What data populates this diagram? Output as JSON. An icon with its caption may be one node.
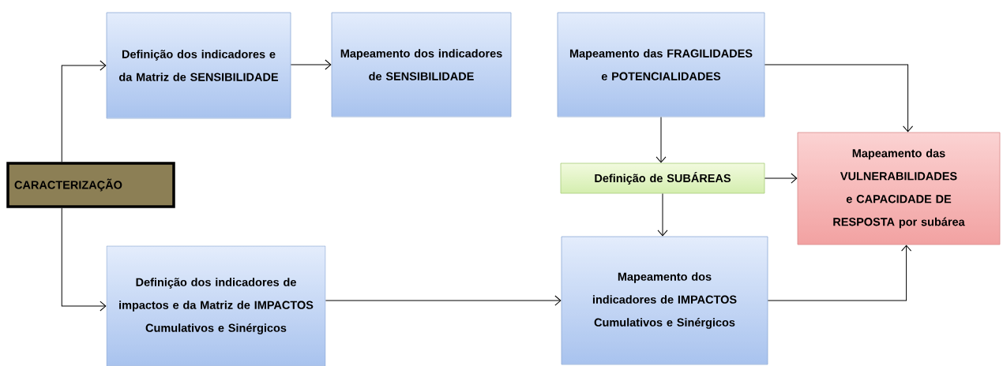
{
  "diagram": {
    "nodes": [
      {
        "text": [
          "CARACTERIZAÇÃO"
        ]
      },
      {
        "text": [
          "Definição dos indicadores e da Matriz de SENSIBILIDADE"
        ]
      },
      {
        "text": [
          "Mapeamento dos indicadores de SENSIBILIDADE"
        ]
      },
      {
        "text": [
          "Mapeamento das FRAGILIDADES e POTENCIALIDADES"
        ]
      },
      {
        "text": [
          "Definição de SUBÁREAS"
        ]
      },
      {
        "text": [
          "Mapeamento das VULNERABILIDADES e CAPACIDADE DE RESPOSTA por subárea"
        ]
      },
      {
        "text": [
          "Definição dos indicadores de impactos e da Matriz de IMPACTOS Cumulativos e Sinérgicos"
        ]
      },
      {
        "text": [
          "Mapeamento dos indicadores de IMPACTOS Cumulativos e Sinérgicos"
        ]
      }
    ],
    "edges": [
      {
        "from": 0,
        "to": 1,
        "arrow": "to"
      },
      {
        "from": 0,
        "to": 6,
        "arrow": "to"
      },
      {
        "from": 1,
        "to": 2,
        "arrow": "to"
      },
      {
        "from": 3,
        "to": 5,
        "arrow": "to"
      },
      {
        "from": 3,
        "to": 4,
        "arrow": "to"
      },
      {
        "from": 4,
        "to": 5,
        "arrow": "to"
      },
      {
        "from": 4,
        "to": 7,
        "arrow": "to"
      },
      {
        "from": 6,
        "to": 7,
        "arrow": "to"
      },
      {
        "from": 7,
        "to": 5,
        "arrow": "to"
      }
    ]
  }
}
